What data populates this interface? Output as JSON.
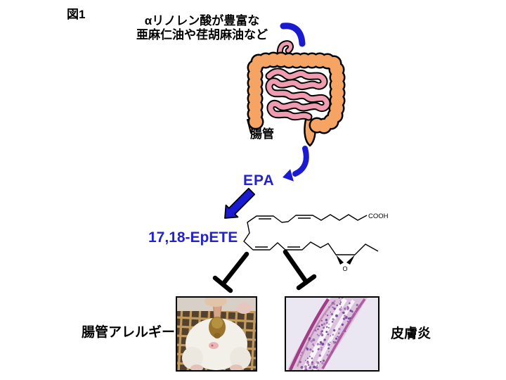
{
  "figure": {
    "label": "図1"
  },
  "source_text": {
    "line1": "αリノレン酸が豊富な",
    "line2": "亜麻仁油や荏胡麻油など"
  },
  "intestine": {
    "label": "腸管"
  },
  "metabolites": {
    "epa": "EPA",
    "epete": "17,18-EpETE"
  },
  "chemical": {
    "cooh": "COOH",
    "epoxide_o": "O"
  },
  "outcomes": {
    "left": "腸管アレルギー",
    "right": "皮膚炎"
  },
  "colors": {
    "accent_blue": "#1a1ad0",
    "text_blue": "#2323cd",
    "colon_orange": "#f5a463",
    "small_intestine_pink": "#f09cb0",
    "inhibition_black": "#000000"
  }
}
